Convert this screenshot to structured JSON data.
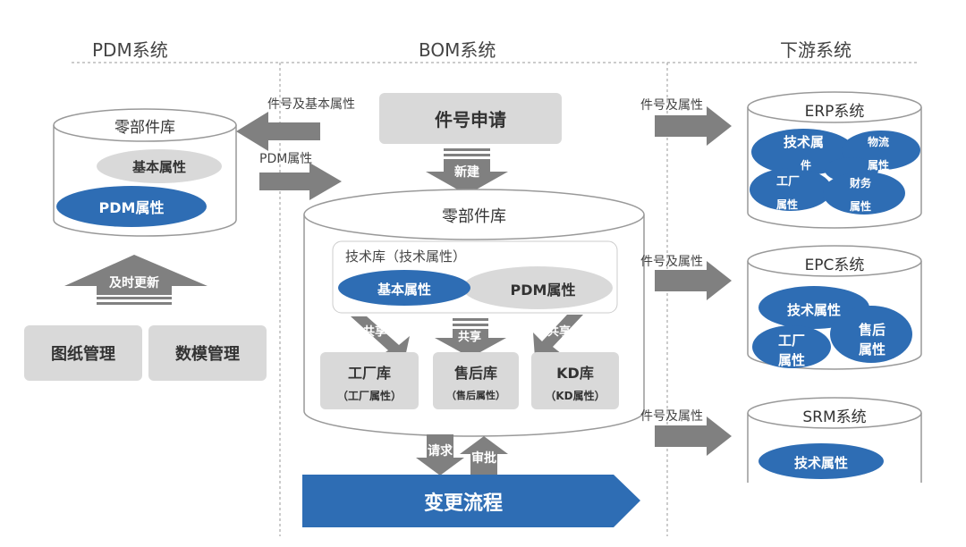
{
  "headers": {
    "pdm": "PDM系统",
    "bom": "BOM系统",
    "downstream": "下游系统"
  },
  "pdm": {
    "db_title": "零部件库",
    "basic_attr": "基本属性",
    "pdm_attr": "PDM属性",
    "update_label": "及时更新",
    "drawing_mgmt": "图纸管理",
    "model_mgmt": "数模管理"
  },
  "arrows": {
    "part_basic_attr": "件号及基本属性",
    "pdm_attr": "PDM属性",
    "create": "新建",
    "request": "请求",
    "approve": "审批",
    "part_attr_erp": "件号及属性",
    "part_attr_epc": "件号及属性",
    "part_attr_srm": "件号及属性"
  },
  "bom": {
    "part_request": "件号申请",
    "db_title": "零部件库",
    "tech_lib": "技术库（技术属性）",
    "basic_attr": "基本属性",
    "pdm_attr": "PDM属性",
    "share": "共享",
    "factory_lib": "工厂库",
    "factory_attr": "（工厂属性）",
    "aftersales_lib": "售后库",
    "aftersales_attr": "（售后属性）",
    "kd_lib": "KD库",
    "kd_attr": "（KD属性）",
    "change_process": "变更流程"
  },
  "erp": {
    "title": "ERP系统",
    "tech_attr_1": "技术属",
    "tech_attr_2": "件",
    "logistics_1": "物流",
    "logistics_2": "属性",
    "factory_1": "工厂",
    "factory_2": "属性",
    "finance_1": "财务",
    "finance_2": "属性"
  },
  "epc": {
    "title": "EPC系统",
    "tech_attr": "技术属性",
    "aftersales_1": "售后",
    "aftersales_2": "属性",
    "factory_1": "工厂",
    "factory_2": "属性"
  },
  "srm": {
    "title": "SRM系统",
    "tech_attr": "技术属性"
  },
  "colors": {
    "blue": "#2e6db4",
    "gray": "#d9d9d9",
    "arrow_gray": "#808080"
  }
}
